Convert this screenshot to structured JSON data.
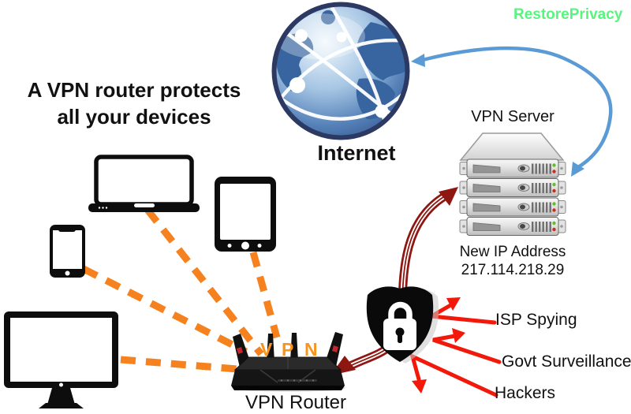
{
  "branding": {
    "text": "RestorePrivacy"
  },
  "heading": {
    "line1": "A VPN router protects",
    "line2": "all your devices"
  },
  "internet": {
    "label": "Internet",
    "icon": "globe-network-icon"
  },
  "server": {
    "title": "VPN Server",
    "ip_label": "New IP Address",
    "ip_value": "217.114.218.29",
    "icon": "server-rack-icon",
    "rack_units": 4
  },
  "router": {
    "label": "VPN Router",
    "letters": [
      "V",
      "P",
      "N"
    ],
    "icon": "wireless-router-icon"
  },
  "shield": {
    "icon": "shield-lock-icon"
  },
  "devices": [
    {
      "name": "laptop",
      "icon": "laptop-icon"
    },
    {
      "name": "tablet",
      "icon": "tablet-icon"
    },
    {
      "name": "smartphone",
      "icon": "smartphone-icon"
    },
    {
      "name": "desktop-monitor",
      "icon": "desktop-monitor-icon"
    }
  ],
  "threats": [
    {
      "label": "ISP Spying"
    },
    {
      "label": "Govt Surveillance"
    },
    {
      "label": "Hackers"
    }
  ],
  "connections": [
    {
      "from": "laptop",
      "to": "vpn-router",
      "style": "orange-dashed"
    },
    {
      "from": "tablet",
      "to": "vpn-router",
      "style": "orange-dashed"
    },
    {
      "from": "smartphone",
      "to": "vpn-router",
      "style": "orange-dashed"
    },
    {
      "from": "desktop-monitor",
      "to": "vpn-router",
      "style": "orange-dashed"
    },
    {
      "from": "vpn-router",
      "to": "vpn-server",
      "style": "dark-red-encrypted-tunnel",
      "bidirectional": true,
      "passes_through": "shield-lock"
    },
    {
      "from": "vpn-server",
      "to": "internet",
      "style": "blue-curved-arrow",
      "bidirectional": true
    },
    {
      "from": "shield-lock",
      "to": "ISP Spying",
      "style": "red-deflected-arrow"
    },
    {
      "from": "shield-lock",
      "to": "Govt Surveillance",
      "style": "red-deflected-arrow"
    },
    {
      "from": "shield-lock",
      "to": "Hackers",
      "style": "red-deflected-arrow"
    }
  ],
  "colors": {
    "logo_green": "#57F57E",
    "text_ink": "#111111",
    "device_black": "#0D0D0D",
    "dash_orange": "#F5821F",
    "vpn_letters_orange": "#F7941D",
    "threat_red": "#F2190A",
    "tunnel_dark_red": "#8E1712",
    "internet_link_blue": "#5B9BD5",
    "shield_black": "#0A0A0A",
    "router_accent_red": "#C1272D",
    "globe_land": "#38659F",
    "globe_rim": "#2C3963",
    "led_green": "#5BC221",
    "led_red": "#D2291C",
    "white": "#FFFFFF"
  }
}
